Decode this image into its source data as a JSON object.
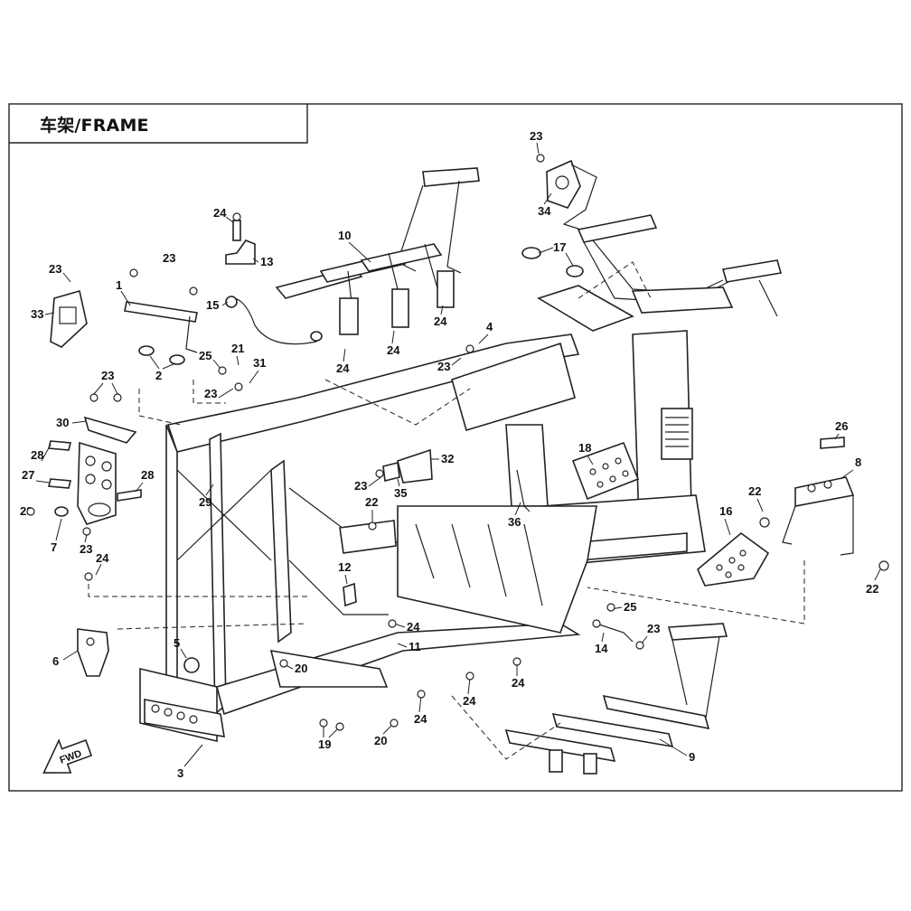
{
  "header": {
    "title": "车架/FRAME"
  },
  "fwd_arrow": {
    "label": "FWD"
  },
  "callouts": [
    {
      "id": "c23a",
      "text": "23"
    },
    {
      "id": "c34",
      "text": "34"
    },
    {
      "id": "c24a",
      "text": "24"
    },
    {
      "id": "c13",
      "text": "13"
    },
    {
      "id": "c10",
      "text": "10"
    },
    {
      "id": "c17",
      "text": "17"
    },
    {
      "id": "c23b",
      "text": "23"
    },
    {
      "id": "c33",
      "text": "33"
    },
    {
      "id": "c23c",
      "text": "23"
    },
    {
      "id": "c1",
      "text": "1"
    },
    {
      "id": "c15",
      "text": "15"
    },
    {
      "id": "c24b",
      "text": "24"
    },
    {
      "id": "c24c",
      "text": "24"
    },
    {
      "id": "c4",
      "text": "4"
    },
    {
      "id": "c2",
      "text": "2"
    },
    {
      "id": "c25a",
      "text": "25"
    },
    {
      "id": "c21",
      "text": "21"
    },
    {
      "id": "c31",
      "text": "31"
    },
    {
      "id": "c24d",
      "text": "24"
    },
    {
      "id": "c23d",
      "text": "23"
    },
    {
      "id": "c23e",
      "text": "23"
    },
    {
      "id": "c23f",
      "text": "23"
    },
    {
      "id": "c30",
      "text": "30"
    },
    {
      "id": "c18",
      "text": "18"
    },
    {
      "id": "c26",
      "text": "26"
    },
    {
      "id": "c28a",
      "text": "28"
    },
    {
      "id": "c32",
      "text": "32"
    },
    {
      "id": "c8",
      "text": "8"
    },
    {
      "id": "c27",
      "text": "27"
    },
    {
      "id": "c23g",
      "text": "23"
    },
    {
      "id": "c28b",
      "text": "28"
    },
    {
      "id": "c29",
      "text": "29"
    },
    {
      "id": "c35",
      "text": "35"
    },
    {
      "id": "c22a",
      "text": "22"
    },
    {
      "id": "c23h",
      "text": "23"
    },
    {
      "id": "c22b",
      "text": "22"
    },
    {
      "id": "c16",
      "text": "16"
    },
    {
      "id": "c36",
      "text": "36"
    },
    {
      "id": "c7",
      "text": "7"
    },
    {
      "id": "c23i",
      "text": "23"
    },
    {
      "id": "c24e",
      "text": "24"
    },
    {
      "id": "c22c",
      "text": "22"
    },
    {
      "id": "c12",
      "text": "12"
    },
    {
      "id": "c25b",
      "text": "25"
    },
    {
      "id": "c6",
      "text": "6"
    },
    {
      "id": "c24f",
      "text": "24"
    },
    {
      "id": "c23j",
      "text": "23"
    },
    {
      "id": "c11",
      "text": "11"
    },
    {
      "id": "c14",
      "text": "14"
    },
    {
      "id": "c5",
      "text": "5"
    },
    {
      "id": "c20a",
      "text": "20"
    },
    {
      "id": "c24g",
      "text": "24"
    },
    {
      "id": "c24h",
      "text": "24"
    },
    {
      "id": "c24i",
      "text": "24"
    },
    {
      "id": "c19",
      "text": "19"
    },
    {
      "id": "c20b",
      "text": "20"
    },
    {
      "id": "c9",
      "text": "9"
    },
    {
      "id": "c3",
      "text": "3"
    }
  ]
}
